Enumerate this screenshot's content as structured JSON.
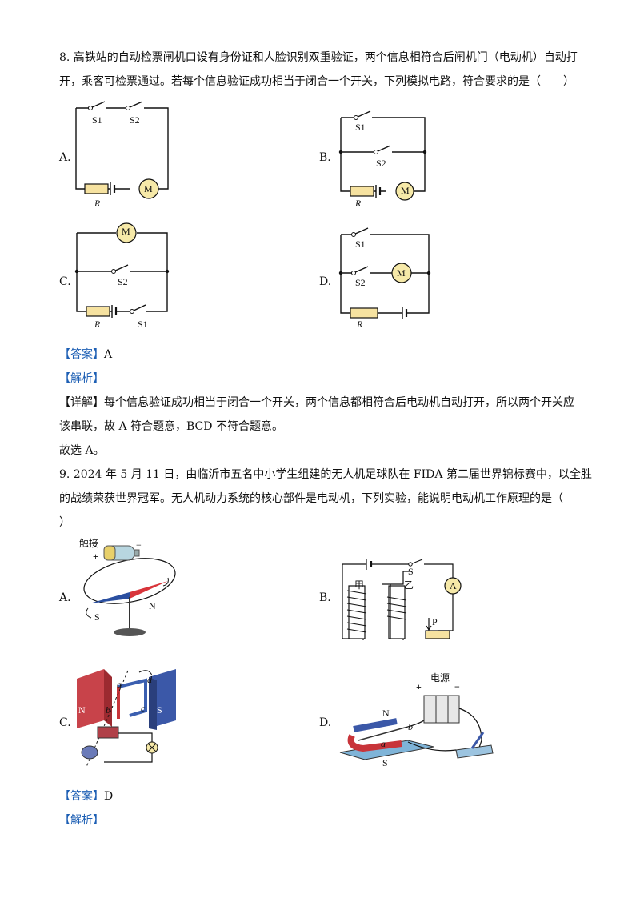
{
  "q8": {
    "line1": "8. 高铁站的自动检票闸机口设有身份证和人脸识别双重验证，两个信息相符合后闸机门（电动机）自动打",
    "line2": "开，乘客可检票通过。若每个信息验证成功相当于闭合一个开关，下列模拟电路，符合要求的是（　　）",
    "options": {
      "A": "A.",
      "B": "B.",
      "C": "C.",
      "D": "D."
    },
    "answer_tag": "【答案】",
    "answer": "A",
    "analysis_tag": "【解析】",
    "detail_tag": "【详解】",
    "detail_line1": "每个信息验证成功相当于闭合一个开关，两个信息都相符合后电动机自动打开，所以两个开关应",
    "detail_line2": "该串联，故 A 符合题意，BCD 不符合题意。",
    "conclusion": "故选 A。"
  },
  "q9": {
    "line1": "9. 2024 年 5 月 11 日，由临沂市五名中小学生组建的无人机足球队在 FIDA 第二届世界锦标赛中，以全胜",
    "line2": "的战绩荣获世界冠军。无人机动力系统的核心部件是电动机，下列实验，能说明电动机工作原理的是（",
    "line3": "）",
    "options": {
      "A": "A.",
      "B": "B.",
      "C": "C.",
      "D": "D."
    },
    "answer_tag": "【答案】",
    "answer": "D",
    "analysis_tag": "【解析】"
  },
  "figure_labels": {
    "s1": "S1",
    "s2": "S2",
    "r": "R",
    "m": "M",
    "touch": "触接",
    "plus": "+",
    "minus": "−",
    "needle_s": "S",
    "needle_n": "N",
    "jia": "甲",
    "yi": "乙",
    "s": "S",
    "ammeter": "A",
    "p": "P",
    "mag_n": "N",
    "mag_s": "S",
    "a": "a",
    "b": "b",
    "c": "c",
    "d": "d",
    "power": "电源",
    "d_n": "N",
    "d_s": "S",
    "d_a": "a",
    "d_b": "b"
  },
  "colors": {
    "tag_blue": "#1d5fb4",
    "lamp_fill": "#f6e9a8",
    "resistor_fill": "#f6e2a0"
  }
}
